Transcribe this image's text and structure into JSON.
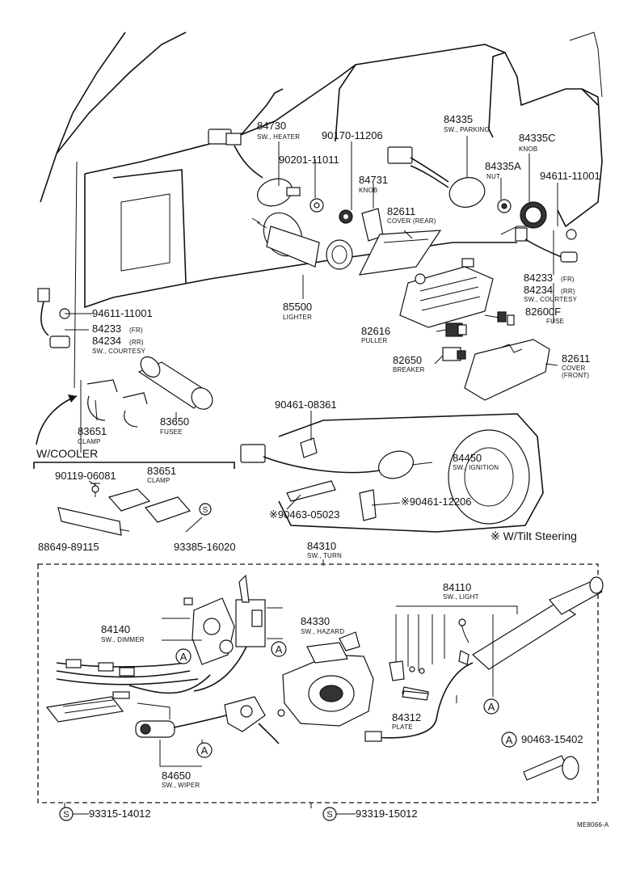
{
  "labels": {
    "p84730": {
      "num": "84730",
      "name": "SW., HEATER"
    },
    "p90170_11206": {
      "num": "90170-11206"
    },
    "p90201_11011": {
      "num": "90201-11011"
    },
    "p84731": {
      "num": "84731",
      "name": "KNOB"
    },
    "p82611_rear": {
      "num": "82611",
      "name": "COVER (REAR)"
    },
    "p85500": {
      "num": "85500",
      "name": "LIGHTER"
    },
    "p84335": {
      "num": "84335",
      "name": "SW., PARKING"
    },
    "p84335c": {
      "num": "84335C",
      "name": "KNOB"
    },
    "p84335a": {
      "num": "84335A",
      "name": "NUT"
    },
    "p94611_r": {
      "num": "94611-11001"
    },
    "p84233_r": {
      "num": "84233",
      "suffix": "(FR)"
    },
    "p84234_r": {
      "num": "84234",
      "suffix": "(RR)",
      "name": "SW., COURTESY"
    },
    "p82600f": {
      "num": "82600F",
      "name": "FUSE"
    },
    "p82616": {
      "num": "82616",
      "name": "PULLER"
    },
    "p82650": {
      "num": "82650",
      "name": "BREAKER"
    },
    "p82611_front": {
      "num": "82611",
      "name": "COVER",
      "name2": "(FRONT)"
    },
    "p94611_l": {
      "num": "94611-11001"
    },
    "p84233_l": {
      "num": "84233",
      "suffix": "(FR)"
    },
    "p84234_l": {
      "num": "84234",
      "suffix": "(RR)",
      "name": "SW., COURTESY"
    },
    "p83651_a": {
      "num": "83651",
      "name": "CLAMP"
    },
    "p83650": {
      "num": "83650",
      "name": "FUSEE"
    },
    "p90461_08361": {
      "num": "90461-08361"
    },
    "p84450": {
      "num": "84450",
      "name": "SW., IGNITION"
    },
    "p90463_05023": {
      "num": "※90463-05023"
    },
    "p90461_12206": {
      "num": "※90461-12206"
    },
    "tilt": {
      "text": "※ W/Tilt Steering"
    },
    "cooler": {
      "text": "W/COOLER"
    },
    "p90119_06081": {
      "num": "90119-06081"
    },
    "p83651_b": {
      "num": "83651",
      "name": "CLAMP"
    },
    "p88649_89115": {
      "num": "88649-89115"
    },
    "p93385_16020": {
      "num": "93385-16020"
    },
    "p84310": {
      "num": "84310",
      "name": "SW., TURN"
    },
    "p84110": {
      "num": "84110",
      "name": "SW., LIGHT"
    },
    "p84140": {
      "num": "84140",
      "name": "SW., DIMMER"
    },
    "p84330": {
      "num": "84330",
      "name": "SW., HAZARD"
    },
    "p84312": {
      "num": "84312",
      "name": "PLATE"
    },
    "p90463_15402": {
      "num": "90463-15402"
    },
    "p84650": {
      "num": "84650",
      "name": "SW., WIPER"
    },
    "p93315_14012": {
      "num": "93315-14012"
    },
    "p93319_15012": {
      "num": "93319-15012"
    }
  },
  "markers": {
    "a": "A",
    "s": "S"
  },
  "figure_code": "ME8066-A"
}
